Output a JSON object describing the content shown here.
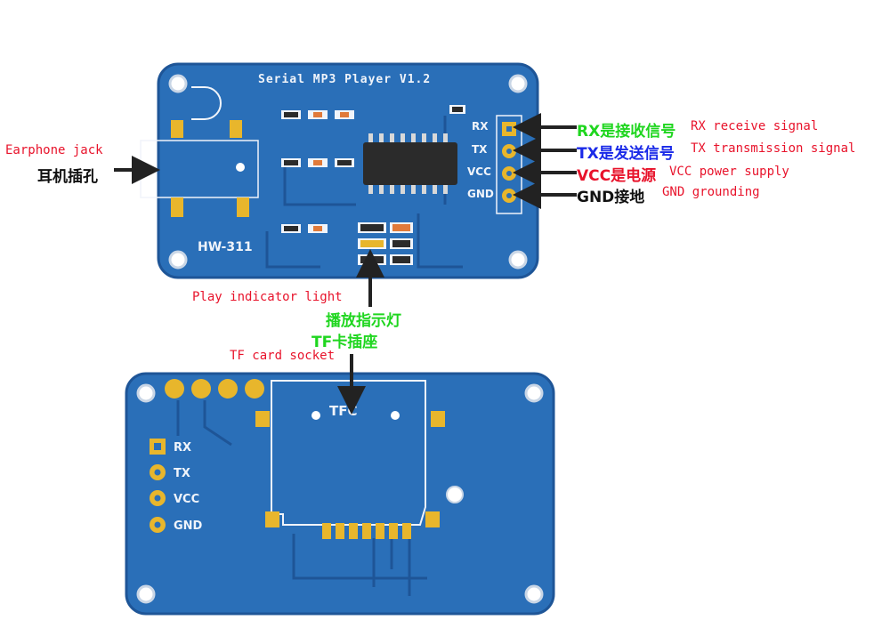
{
  "front_board": {
    "title": "Serial MP3 Player V1.2",
    "model": "HW-311",
    "pins": [
      "RX",
      "TX",
      "VCC",
      "GND"
    ]
  },
  "back_board": {
    "socket_label": "TFC",
    "pins": [
      "RX",
      "TX",
      "VCC",
      "GND"
    ]
  },
  "annotations": {
    "earphone_en": "Earphone jack",
    "earphone_cn": "耳机插孔",
    "rx_cn": "RX是接收信号",
    "rx_en": "RX receive signal",
    "tx_cn": "TX是发送信号",
    "tx_en": "TX transmission signal",
    "vcc_cn": "VCC是电源",
    "vcc_en": "VCC power supply",
    "gnd_cn": "GND接地",
    "gnd_en": "GND grounding",
    "play_en": "Play indicator light",
    "play_cn": "播放指示灯",
    "tf_cn": "TF卡插座",
    "tf_en": "TF card socket"
  },
  "colors": {
    "pcb": "#2a6fb8",
    "pcb_dark": "#1e5597",
    "pad": "#e8b62c",
    "silk": "#f0f4fa",
    "chip": "#2b2b2b",
    "label_red": "#e8132b",
    "label_green": "#1fd61f",
    "label_blue": "#1a2ae8"
  }
}
